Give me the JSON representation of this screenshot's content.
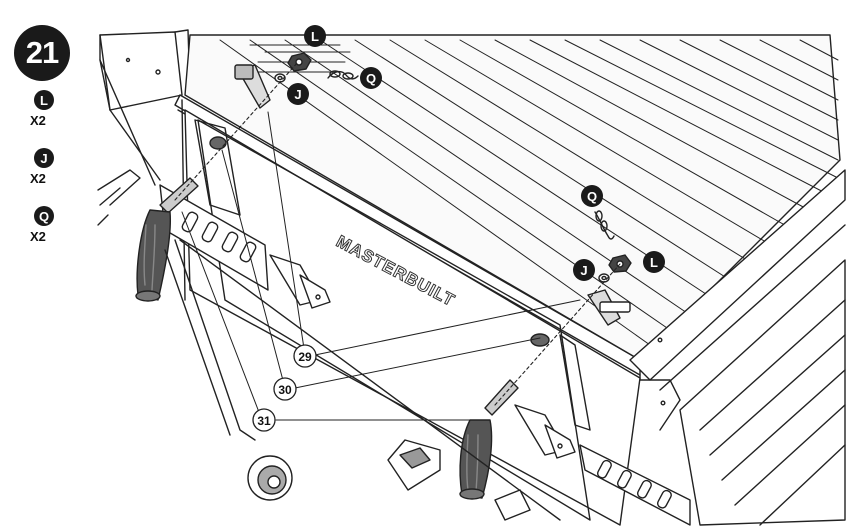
{
  "step": {
    "number": "21"
  },
  "parts": [
    {
      "letter": "L",
      "qty": "X2"
    },
    {
      "letter": "J",
      "qty": "X2"
    },
    {
      "letter": "Q",
      "qty": "X2"
    }
  ],
  "callouts": {
    "L": "L",
    "J": "J",
    "Q": "Q"
  },
  "brand": "MASTERBUILT",
  "references": [
    "29",
    "30",
    "31"
  ]
}
